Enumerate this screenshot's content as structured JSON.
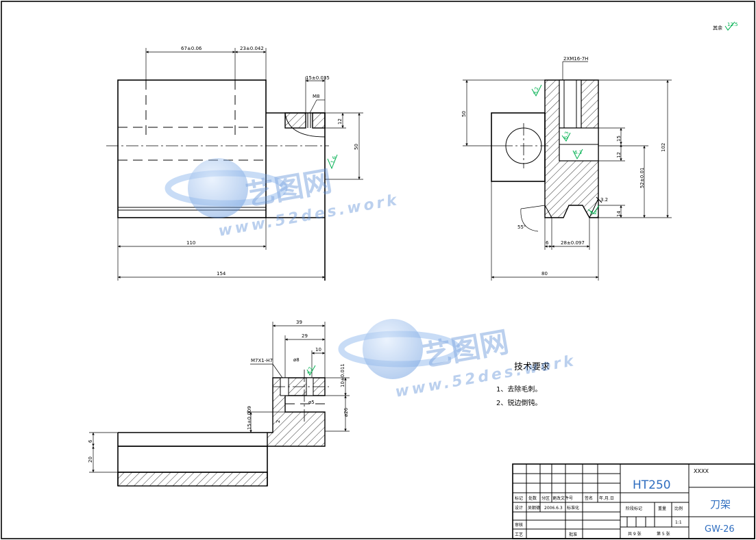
{
  "roughness": {
    "label": "其余",
    "value": "12.5"
  },
  "front_view": {
    "dims": {
      "d67": "67±0.06",
      "d23": "23±0.042",
      "d15": "15±0.035",
      "m8": "M8",
      "d12": "12",
      "d50": "50",
      "d110": "110",
      "d154": "154"
    },
    "roughness": "1.6"
  },
  "side_view": {
    "dims": {
      "thread": "2XM16-7H",
      "d50": "50",
      "d102": "102",
      "d15": "15",
      "d12": "12",
      "d52": "52±0.01",
      "d14": "14",
      "d6": "6",
      "d28": "28±0.097",
      "d80": "80",
      "angle": "55°",
      "r3": "3.2"
    },
    "roughness": [
      "3.2",
      "6.3",
      "6.3",
      "3.2"
    ]
  },
  "section_view": {
    "dims": {
      "d39": "39",
      "d29": "29",
      "d10": "10",
      "thread": "M7X1-H7",
      "d8": "ø8",
      "d10tol": "10±0.011",
      "d5": "ø5",
      "d26": "ø26",
      "d15": "15±0.009",
      "d2": "2",
      "d6": "6",
      "d20": "20"
    },
    "roughness": "3.2"
  },
  "tech_requirements": {
    "title": "技术要求",
    "items": [
      "1、去除毛刺。",
      "2、锐边倒钝。"
    ]
  },
  "title_block": {
    "material": "HT250",
    "code_top": "XXXX",
    "part_name": "刀架",
    "drawing_no": "GW-26",
    "scale": "1:1",
    "labels": {
      "mark": "标记",
      "count": "处数",
      "zone": "分区",
      "change_doc": "更改文件号",
      "sign": "签名",
      "date_ymd": "年.月.日",
      "design": "设计",
      "designer": "吴朝德",
      "design_date": "2006.6.3",
      "standardize": "标准化",
      "stage_mark": "阶段标记",
      "weight": "重量",
      "ratio": "比例",
      "review": "审核",
      "process": "工艺",
      "approve": "批准",
      "sheets": "共 9 张",
      "sheet": "第 5 张"
    }
  },
  "watermarks": [
    {
      "brand": "艺图网",
      "url": "www.52des.work"
    },
    {
      "brand": "艺图网",
      "url": "www.52des.work"
    }
  ]
}
